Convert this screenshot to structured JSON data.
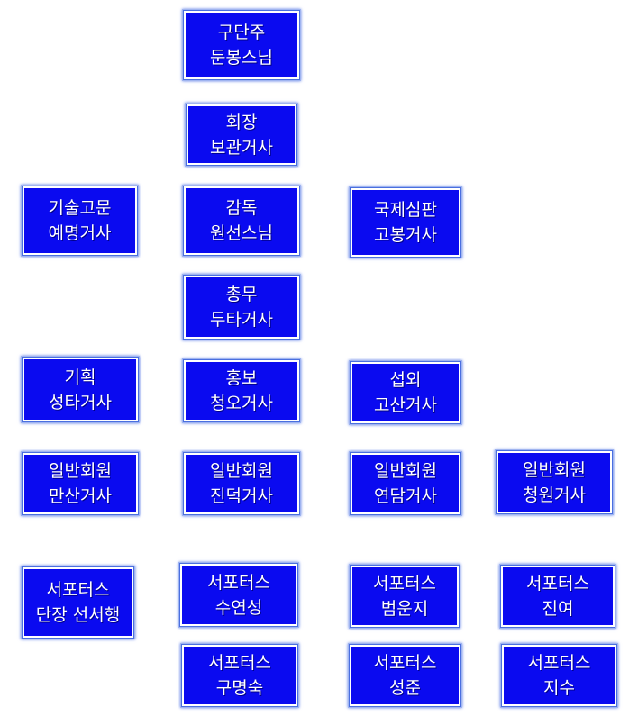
{
  "boxes": [
    {
      "id": "abbot",
      "line1": "구단주",
      "line2": "둔봉스님"
    },
    {
      "id": "president",
      "line1": "회장",
      "line2": "보관거사"
    },
    {
      "id": "tech-advisor",
      "line1": "기술고문",
      "line2": "예명거사"
    },
    {
      "id": "director",
      "line1": "감독",
      "line2": "원선스님"
    },
    {
      "id": "intl-referee",
      "line1": "국제심판",
      "line2": "고봉거사"
    },
    {
      "id": "general-affairs",
      "line1": "총무",
      "line2": "두타거사"
    },
    {
      "id": "planning",
      "line1": "기획",
      "line2": "성타거사"
    },
    {
      "id": "publicity",
      "line1": "홍보",
      "line2": "청오거사"
    },
    {
      "id": "external-affairs",
      "line1": "섭외",
      "line2": "고산거사"
    },
    {
      "id": "member-mansan",
      "line1": "일반회원",
      "line2": "만산거사"
    },
    {
      "id": "member-jindeok",
      "line1": "일반회원",
      "line2": "진덕거사"
    },
    {
      "id": "member-yeondam",
      "line1": "일반회원",
      "line2": "연담거사"
    },
    {
      "id": "member-jeongwon",
      "line1": "일반회원",
      "line2": "청원거사"
    },
    {
      "id": "supporter-leader",
      "line1": "서포터스",
      "line2": "단장 선서행"
    },
    {
      "id": "supporter-suyeonseong",
      "line1": "서포터스",
      "line2": "수연성"
    },
    {
      "id": "supporter-beomunji",
      "line1": "서포터스",
      "line2": "범운지"
    },
    {
      "id": "supporter-jinyeo",
      "line1": "서포터스",
      "line2": "진여"
    },
    {
      "id": "supporter-gumyeongsuk",
      "line1": "서포터스",
      "line2": "구명숙"
    },
    {
      "id": "supporter-seongjun",
      "line1": "서포터스",
      "line2": "성준"
    },
    {
      "id": "supporter-jisu",
      "line1": "서포터스",
      "line2": "지수"
    }
  ]
}
